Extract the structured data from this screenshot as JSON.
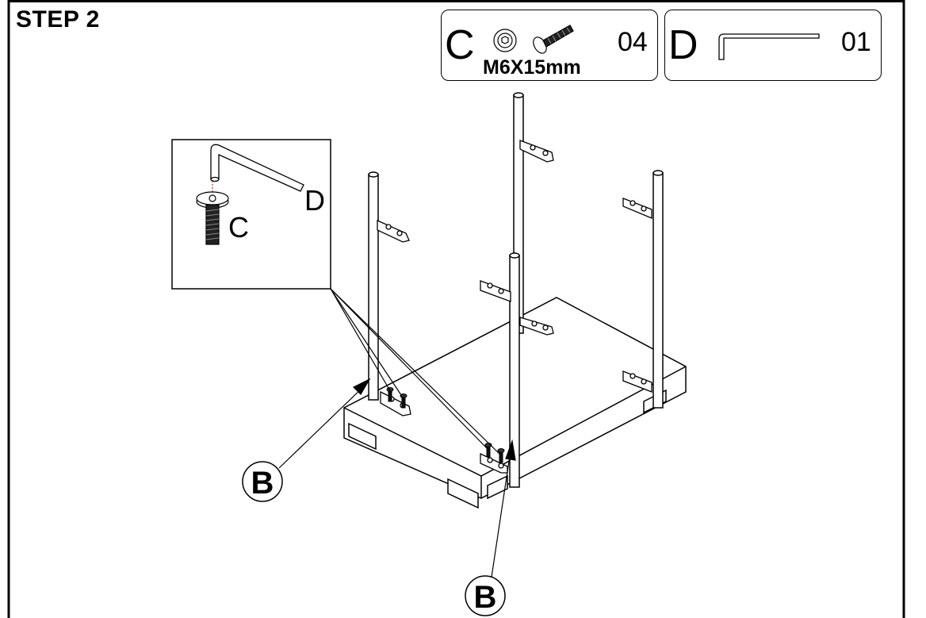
{
  "step": {
    "title": "STEP 2"
  },
  "parts": [
    {
      "letter": "C",
      "quantity": "04",
      "size": "M6X15mm",
      "icon": "bolt-icon"
    },
    {
      "letter": "D",
      "quantity": "01",
      "icon": "allen-key-icon"
    }
  ],
  "detail": {
    "bolt_label": "C",
    "key_label": "D"
  },
  "callouts": [
    {
      "label": "B"
    },
    {
      "label": "B"
    }
  ]
}
